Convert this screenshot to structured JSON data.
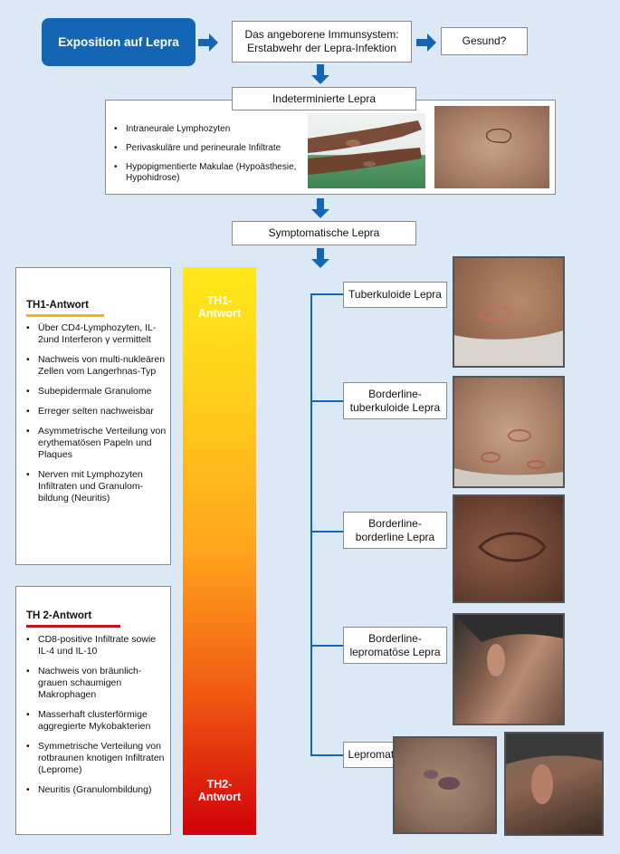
{
  "top": {
    "exposure": "Exposition auf Lepra",
    "innate_line1": "Das angeborene Immunsystem:",
    "innate_line2": "Erstabwehr der Lepra-Infektion",
    "healthy": "Gesund?",
    "indeterminate": "Indeterminierte Lepra",
    "indeterminate_bullets": [
      "Intraneurale Lymphozyten",
      "Perivaskuläre und perineurale Infiltrate",
      "Hypopigmentierte Makulae (Hypoästhesie, Hypohidrose)"
    ],
    "symptomatic": "Symptomatische Lepra"
  },
  "th1": {
    "title": "TH1-Antwort",
    "accent": "#f5b400",
    "bullets": [
      "Über CD4-Lymphozyten, IL-2und Interferon γ vermittelt",
      "Nachweis von multi-nukleären Zellen vom Langerhnas-Typ",
      "Subepidermale Granulome",
      "Erreger selten nachweisbar",
      "Asymmetrische Verteilung von erythematösen Papeln und Plaques",
      "Nerven mit Lymphozyten Infiltraten und Granulom-bildung (Neuritis)"
    ]
  },
  "th2": {
    "title": "TH 2-Antwort",
    "accent": "#c0141c",
    "bullets": [
      "CD8-positive Infiltrate sowie IL-4 und IL-10",
      "Nachweis von bräunlich-grauen schaumigen Makrophagen",
      "Masserhaft clusterförmige aggregierte Mykobakterien",
      "Symmetrische Verteilung von rotbraunen knotigen Infiltraten (Leprome)",
      "Neuritis (Granulombildung)"
    ]
  },
  "gradient": {
    "top_label_1": "TH1-",
    "top_label_2": "Antwort",
    "bottom_label_1": "TH2-",
    "bottom_label_2": "Antwort",
    "color_top": "#ffe81a",
    "color_bottom": "#d2000a"
  },
  "spectrum": [
    {
      "line1": "Tuberkuloide Lepra",
      "line2": ""
    },
    {
      "line1": "Borderline-",
      "line2": "tuberkuloide Lepra"
    },
    {
      "line1": "Borderline-",
      "line2": "borderline Lepra"
    },
    {
      "line1": "Borderline-",
      "line2": "lepromatöse Lepra"
    },
    {
      "line1": "Lepromatöse Lepra",
      "line2": ""
    }
  ],
  "colors": {
    "background": "#dbe9f7",
    "blue": "#1565b5"
  }
}
